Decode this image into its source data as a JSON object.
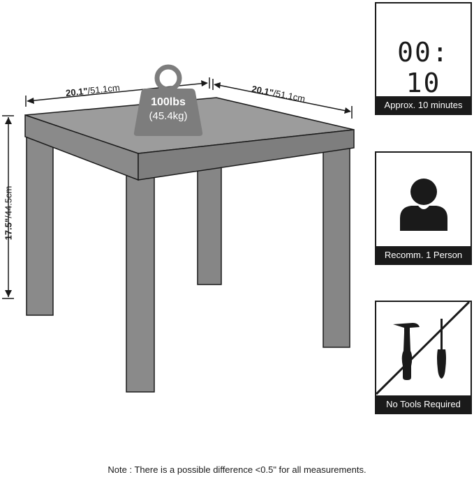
{
  "dimensions": {
    "width_in": "20.1\"",
    "width_cm": "/51.1cm",
    "depth_in": "20.1\"",
    "depth_cm": "/51.1cm",
    "height_in": "17.5\"",
    "height_cm": "/44.5cm"
  },
  "weight": {
    "lbs": "100lbs",
    "kg": "(45.4kg)"
  },
  "cards": {
    "time": {
      "display": "00: 10",
      "label": "Approx. 10 minutes",
      "icon": "digital-clock-icon"
    },
    "person": {
      "label": "Recomm. 1 Person",
      "icon": "person-icon"
    },
    "tools": {
      "label": "No Tools Required",
      "icon": "hammer-screwdriver-icon"
    }
  },
  "note": "Note : There is a possible difference <0.5\" for all measurements.",
  "colors": {
    "ink": "#1a1a1a",
    "table": "#8a8a8a",
    "table_top": "#9a9a9a",
    "weight": "#7d7d7d"
  }
}
